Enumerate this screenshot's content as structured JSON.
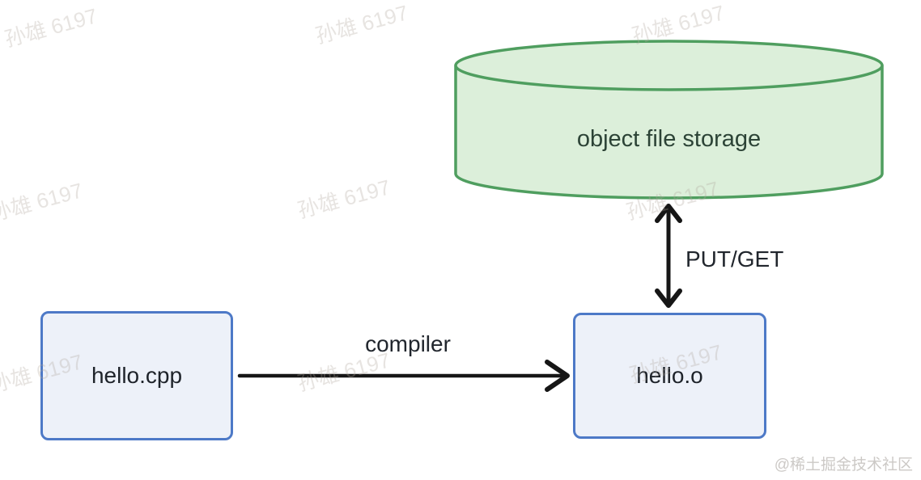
{
  "diagram": {
    "title_hint": "object file compilation and storage flow",
    "nodes": {
      "storage": {
        "label": "object file storage",
        "shape": "cylinder",
        "fill": "#dcefda",
        "stroke": "#4f9e5f"
      },
      "source": {
        "label": "hello.cpp",
        "shape": "rounded-rect",
        "fill": "#edf1f9",
        "stroke": "#4d79c7"
      },
      "object": {
        "label": "hello.o",
        "shape": "rounded-rect",
        "fill": "#edf1f9",
        "stroke": "#4d79c7"
      }
    },
    "edges": {
      "compile": {
        "label": "compiler",
        "from": "hello.cpp",
        "to": "hello.o",
        "direction": "one-way-right"
      },
      "storage_io": {
        "label": "PUT/GET",
        "from": "hello.o",
        "to": "object file storage",
        "direction": "two-way-vertical"
      }
    },
    "arrow_color": "#161616",
    "text_color": "#1e232a"
  },
  "watermarks": {
    "repeated_text": "孙雄 6197",
    "credit": "@稀土掘金技术社区"
  }
}
